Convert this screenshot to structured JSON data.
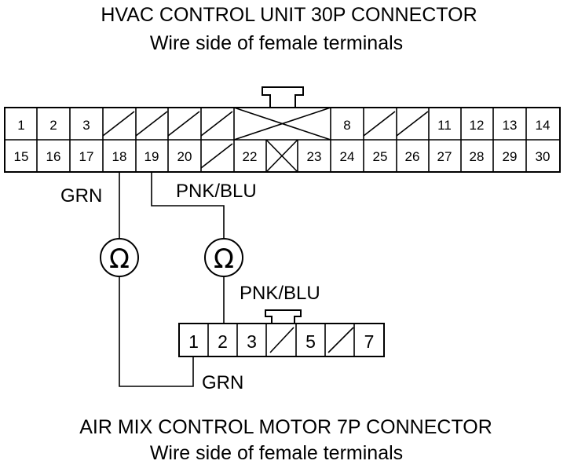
{
  "titles": {
    "top_line1": "HVAC CONTROL UNIT 30P CONNECTOR",
    "top_line2": "Wire side of female terminals",
    "bottom_line1": "AIR MIX CONTROL MOTOR 7P CONNECTOR",
    "bottom_line2": "Wire side of female terminals"
  },
  "connector_30p": {
    "row1": [
      "1",
      "2",
      "3",
      "",
      "",
      "",
      "",
      "",
      "",
      "",
      "8",
      "",
      "",
      "11",
      "12",
      "13",
      "14"
    ],
    "row2": [
      "15",
      "16",
      "17",
      "18",
      "19",
      "20",
      "",
      "22",
      "",
      "23",
      "24",
      "25",
      "26",
      "27",
      "28",
      "29",
      "30"
    ]
  },
  "connector_7p": {
    "pins": [
      "1",
      "2",
      "3",
      "",
      "5",
      "",
      "7"
    ]
  },
  "wires": {
    "grn_top": "GRN",
    "pnk_blu_top": "PNK/BLU",
    "pnk_blu_bottom": "PNK/BLU",
    "grn_bottom": "GRN"
  },
  "symbols": {
    "resistance": "Ω",
    "resistance_icon": "ohmmeter-icon"
  }
}
